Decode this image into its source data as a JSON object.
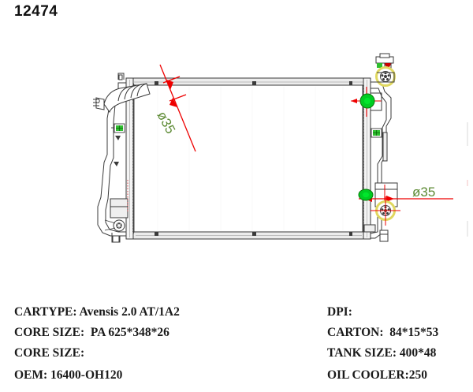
{
  "part_number": "12474",
  "drawing": {
    "name": "radiator-technical-drawing",
    "dimension_labels": [
      {
        "id": "inlet-diameter",
        "text": "ø35",
        "color": "#5c8a33",
        "position": "upper-left-hose",
        "rotation_deg": -62
      },
      {
        "id": "outlet-diameter",
        "text": "ø35",
        "color": "#5c8a33",
        "position": "lower-right-port",
        "rotation_deg": 0
      }
    ],
    "colors": {
      "outline": "#3a3a3a",
      "dimension_red": "#ee0000",
      "label_green": "#5c8a33",
      "port_green": "#00cc22",
      "cap_yellow": "#e8e070",
      "tank_fill": "#e9e9e9"
    },
    "annotations": {
      "core_region": "radiator-core",
      "left_side_view": "left-tank-side-profile",
      "right_side_view": "right-tank-side-profile",
      "filler_cap": "filler-cap",
      "upper_port": "upper-hose-port",
      "lower_port": "lower-hose-port",
      "drain_plug": "drain-plug",
      "inlet_hose": "inlet-hose-neck"
    }
  },
  "specs": {
    "left": [
      "CARTYPE: Avensis 2.0 AT/1A2",
      "CORE SIZE:  PA 625*348*26",
      "CORE SIZE:",
      "OEM: 16400-OH120"
    ],
    "right": [
      "DPI:",
      "CARTON:  84*15*53",
      "TANK SIZE: 400*48",
      "OIL COOLER:250"
    ]
  }
}
